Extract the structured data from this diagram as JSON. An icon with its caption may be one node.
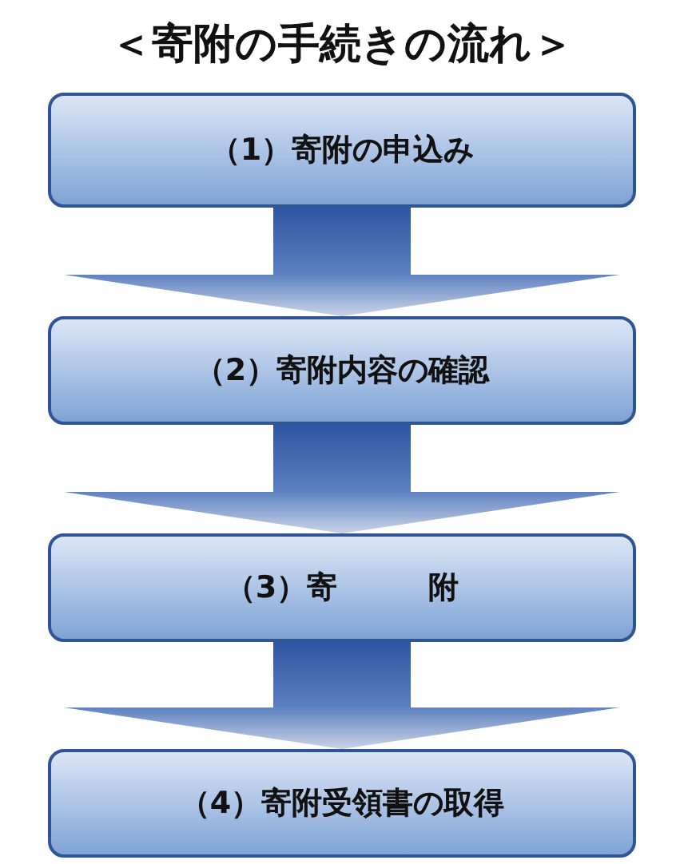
{
  "diagram": {
    "title": "＜寄附の手続きの流れ＞",
    "nodes": [
      {
        "text": [
          "（1）寄附の申込み"
        ]
      },
      {
        "text": [
          "（2）寄附内容の確認"
        ]
      },
      {
        "text": [
          "（3）寄　　　附"
        ]
      },
      {
        "text": [
          "（4）寄附受領書の取得"
        ]
      }
    ],
    "edges": [
      {
        "from": 0,
        "to": 1,
        "arrow": "to"
      },
      {
        "from": 1,
        "to": 2,
        "arrow": "to"
      },
      {
        "from": 2,
        "to": 3,
        "arrow": "to"
      }
    ]
  }
}
